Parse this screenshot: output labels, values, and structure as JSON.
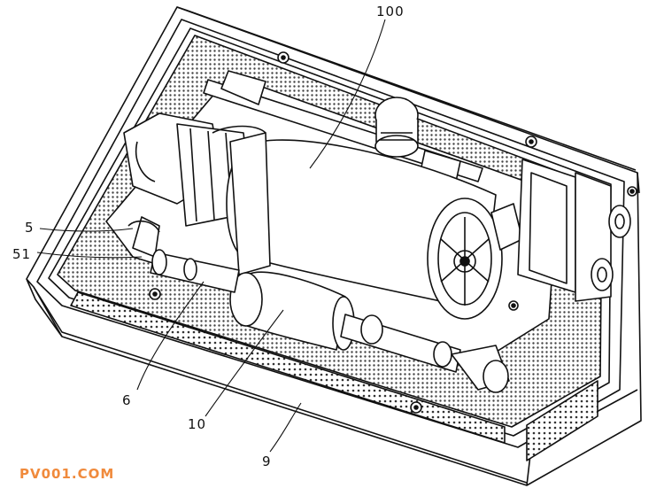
{
  "labels": {
    "l100": "100",
    "l5": "5",
    "l51": "51",
    "l6": "6",
    "l10": "10",
    "l9": "9"
  },
  "watermark": "PV001.COM",
  "colors": {
    "line": "#111111",
    "perforation": "#555555",
    "watermark": "#f08a3c"
  }
}
